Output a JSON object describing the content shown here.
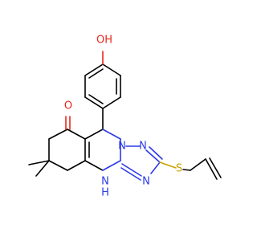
{
  "molecule": {
    "atoms": {
      "hydroxyl": "OH",
      "ketone_o": "O",
      "n_bridge": "N",
      "n_upper": "N",
      "n_lower": "N",
      "nh": "N",
      "nh_h": "H",
      "sulfur": "S"
    },
    "colors": {
      "carbon_bond": "#000000",
      "oxygen": "#e8291c",
      "nitrogen": "#2b3be8",
      "sulfur": "#c8a100",
      "background": "#ffffff"
    }
  }
}
